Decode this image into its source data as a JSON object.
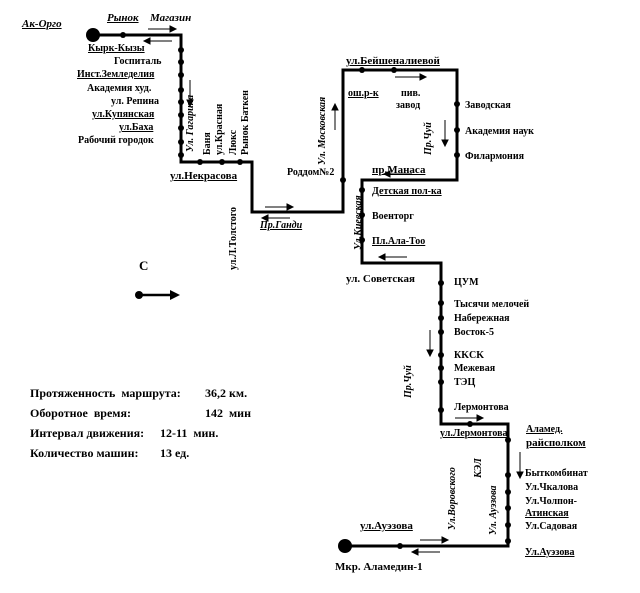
{
  "route": {
    "start_name": "Ак-Орго",
    "end_name": "Мкр. Аламедин-1"
  },
  "compass": {
    "letter": "С"
  },
  "info": {
    "length_label": "Протяженность  маршрута:",
    "length_value": "36,2 км.",
    "turnaround_label": "Оборотное  время:",
    "turnaround_value": "142  мин",
    "interval_label": "Интервал движения:",
    "interval_value": "12-11  мин.",
    "vehicles_label": "Количество машин:",
    "vehicles_value": "13 ед."
  },
  "stops": {
    "rynok": "Рынок",
    "magazin": "Магазин",
    "kyrk_kyzy": "Кырк-Кызы",
    "hospital": "Госпиталь",
    "inst_zem": "Инст.Земледелия",
    "akademia_hud": "Академия худ.",
    "repina": "ул. Репина",
    "kupyanskaya": "ул.Купянская",
    "baha": "ул.Баха",
    "rab_gorodok": "Рабочий городок",
    "banya": "Баня",
    "ul_krasnaya": "ул.Красная",
    "lyuks": "Люкс",
    "rynok_batken": "Рынок Баткен",
    "nekrasova": "ул.Некрасова",
    "tolstogo": "ул.Л.Толстого",
    "pr_gandi": "Пр.Ганди",
    "roddom": "Роддом№2",
    "ul_moskovskaya": "Ул. Московская",
    "beyshenalieva": "ул.Бейшеналиевой",
    "osh_rk": "ош.р-к",
    "piv_zavod_1": "пив.",
    "piv_zavod_2": "завод",
    "zavodskaya": "Заводская",
    "akademia_nauk": "Академия наук",
    "pr_chuy_top": "Пр.Чуй",
    "filarmonia": "Филармония",
    "pr_manasa": "пр.Манаса",
    "detskaya": "Детская пол-ка",
    "voentorg": "Военторг",
    "ul_kievskaya": "Ул.Киевская",
    "pl_ala_too": "Пл.Ала-Тоо",
    "sovetskaya": "ул. Советская",
    "tsum": "ЦУМ",
    "tysyachi": "Тысячи мелочей",
    "naberezhnaya": "Набережная",
    "vostok5": "Восток-5",
    "kksk": "КKCK",
    "mezhevaya": "Межевая",
    "tets": "ТЭЦ",
    "pr_chuy_mid": "Пр.Чуй",
    "lermontova_1": "Лермонтова",
    "lermontova_2": "ул.Лермонтова",
    "alamed_1": "Аламед.",
    "alamed_2": "райсполком",
    "byt": "Быткомбинат",
    "chkalova": "Ул.Чкалова",
    "cholpon_1": "Ул.Чолпон-",
    "cholpon_2": "Атинская",
    "sadovaya": "Ул.Садовая",
    "auezova_r": "Ул.Ауэзова",
    "auezova_l": "ул.Ауэзова",
    "ul_gagarina": "Ул. Гагарина",
    "ul_vorovskogo": "Ул.Воровского",
    "kez": "КЭЛ",
    "ul_auezova_v": "Ул. Ауэзова"
  }
}
